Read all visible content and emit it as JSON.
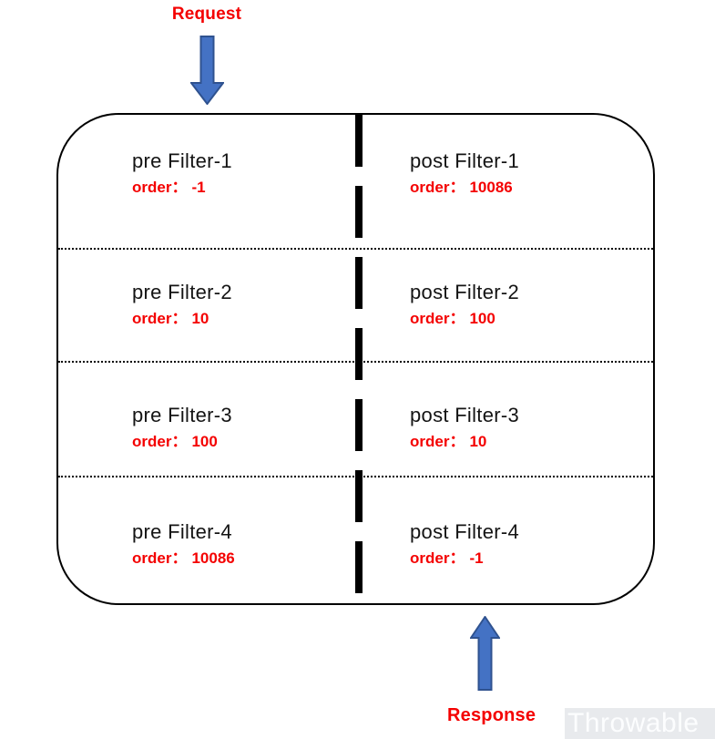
{
  "labels": {
    "request": "Request",
    "response": "Response"
  },
  "watermark": {
    "text": "Throwable"
  },
  "box": {
    "rows": [
      {
        "pre_title": "pre Filter-1",
        "pre_order_label": "order：",
        "pre_order_value": "-1",
        "post_title": "post Filter-1",
        "post_order_label": "order：",
        "post_order_value": "10086"
      },
      {
        "pre_title": "pre Filter-2",
        "pre_order_label": "order：",
        "pre_order_value": "10",
        "post_title": "post Filter-2",
        "post_order_label": "order：",
        "post_order_value": "100"
      },
      {
        "pre_title": "pre Filter-3",
        "pre_order_label": "order：",
        "pre_order_value": "100",
        "post_title": "post Filter-3",
        "post_order_label": "order：",
        "post_order_value": "10"
      },
      {
        "pre_title": "pre Filter-4",
        "pre_order_label": "order：",
        "pre_order_value": "10086",
        "post_title": "post Filter-4",
        "post_order_label": "order：",
        "post_order_value": "-1"
      }
    ]
  },
  "colors": {
    "label_red": "#f40000",
    "arrow_fill": "#4472c4",
    "arrow_stroke": "#2f528f",
    "line_black": "#000000",
    "watermark_bg": "#e8eaed",
    "watermark_text": "#fcfdfe"
  }
}
